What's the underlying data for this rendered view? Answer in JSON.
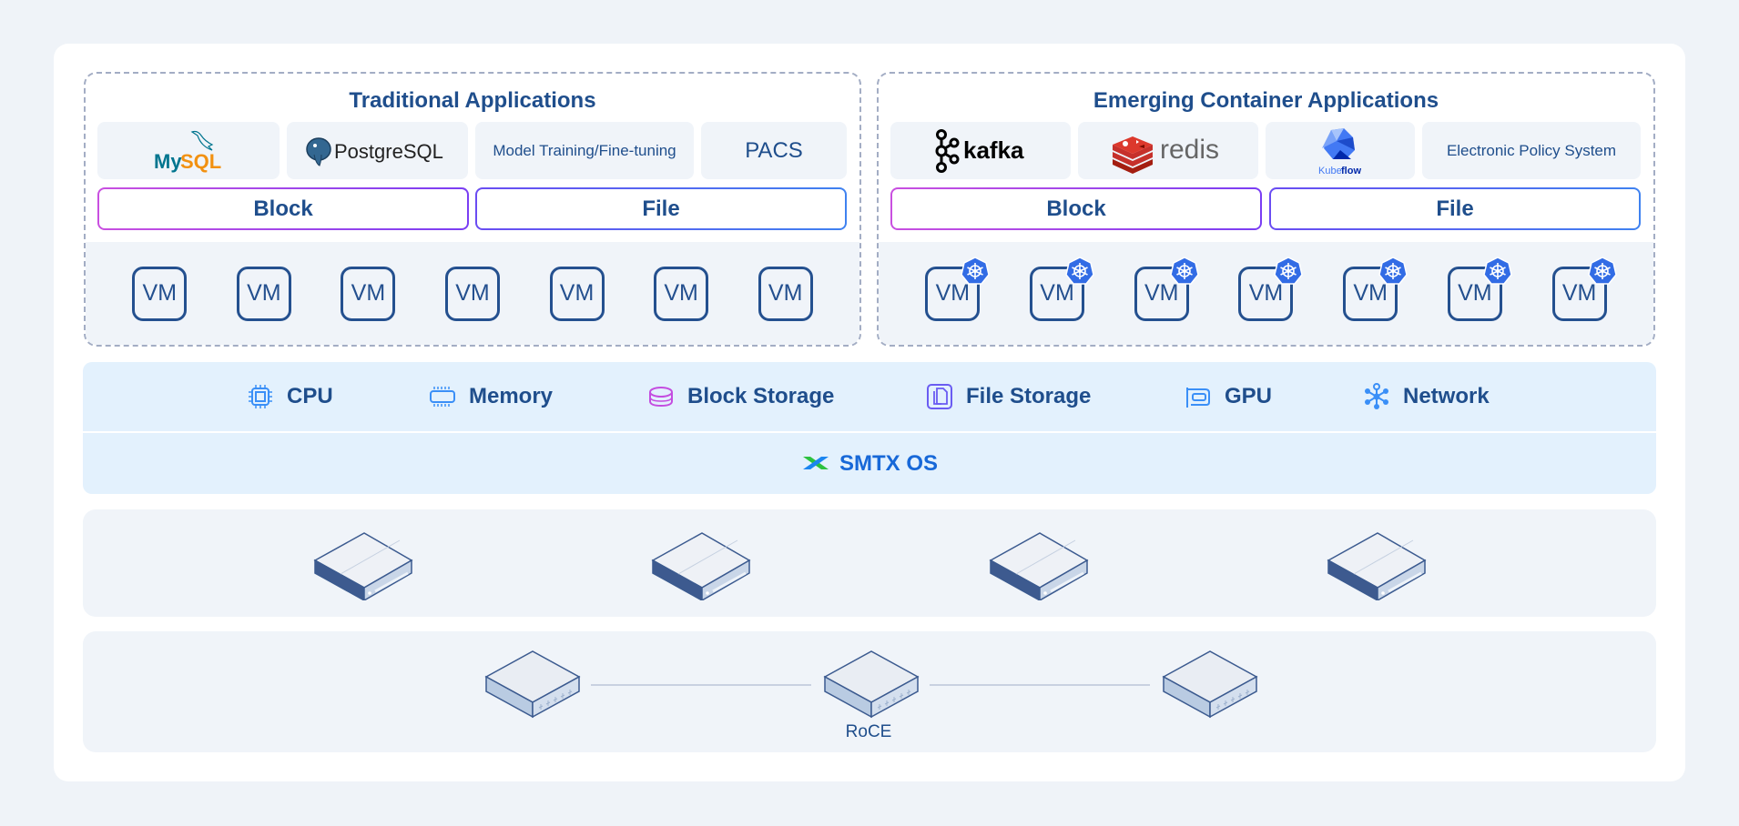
{
  "diagram": {
    "traditional": {
      "title": "Traditional Applications",
      "apps": [
        {
          "name": "MySQL",
          "logo": "mysql-logo"
        },
        {
          "name": "PostgreSQL",
          "logo": "postgresql-logo"
        },
        {
          "name": "Model Training/Fine-tuning"
        },
        {
          "name": "PACS"
        }
      ],
      "storage": [
        "Block",
        "File"
      ],
      "vm_label": "VM",
      "vm_count": 7
    },
    "container": {
      "title": "Emerging Container Applications",
      "apps": [
        {
          "name": "kafka",
          "logo": "kafka-logo"
        },
        {
          "name": "redis",
          "logo": "redis-logo"
        },
        {
          "name": "Kubeflow",
          "logo": "kubeflow-logo"
        },
        {
          "name": "Electronic Policy System"
        }
      ],
      "storage": [
        "Block",
        "File"
      ],
      "vm_label": "VM",
      "vm_count": 7,
      "vm_badge": "kubernetes-icon"
    },
    "resources": [
      {
        "label": "CPU",
        "icon": "cpu-icon"
      },
      {
        "label": "Memory",
        "icon": "memory-icon"
      },
      {
        "label": "Block Storage",
        "icon": "block-storage-icon"
      },
      {
        "label": "File Storage",
        "icon": "file-storage-icon"
      },
      {
        "label": "GPU",
        "icon": "gpu-icon"
      },
      {
        "label": "Network",
        "icon": "network-icon"
      }
    ],
    "os": {
      "label": "SMTX OS",
      "icon": "smtx-logo"
    },
    "servers": {
      "count": 4,
      "icon": "server-icon"
    },
    "network": {
      "switch_count": 3,
      "label": "RoCE",
      "icon": "switch-icon"
    },
    "colors": {
      "title": "#1f4e8c",
      "os": "#1768d8",
      "block_border": [
        "#c94fe0",
        "#7a3ef3"
      ],
      "file_border": [
        "#6a4cf2",
        "#3f82f0"
      ],
      "k8s": "#326ce5"
    }
  }
}
